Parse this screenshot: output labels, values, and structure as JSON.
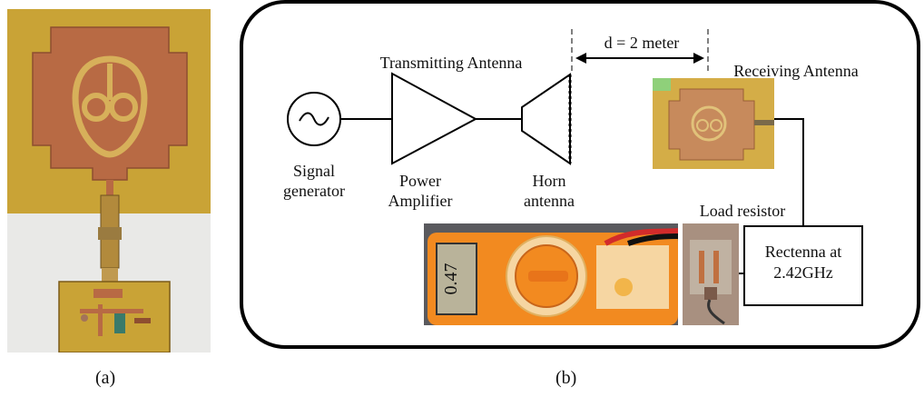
{
  "captions": {
    "a": "(a)",
    "b": "(b)"
  },
  "diagram": {
    "distance_label": "d = 2 meter",
    "transmitting_antenna": "Transmitting Antenna",
    "receiving_antenna": "Receiving Antenna",
    "signal_generator": [
      "Signal",
      "generator"
    ],
    "power_amplifier": [
      "Power",
      "Amplifier"
    ],
    "horn_antenna": [
      "Horn",
      "antenna"
    ],
    "load_resistor": "Load resistor",
    "rectenna": [
      "Rectenna at",
      "2.42GHz"
    ],
    "multimeter_reading": "0.47"
  },
  "colors": {
    "substrate": "#c9a336",
    "copper": "#b86a44",
    "multimeter_body": "#f28a20",
    "multimeter_screen": "#b9b39a"
  }
}
